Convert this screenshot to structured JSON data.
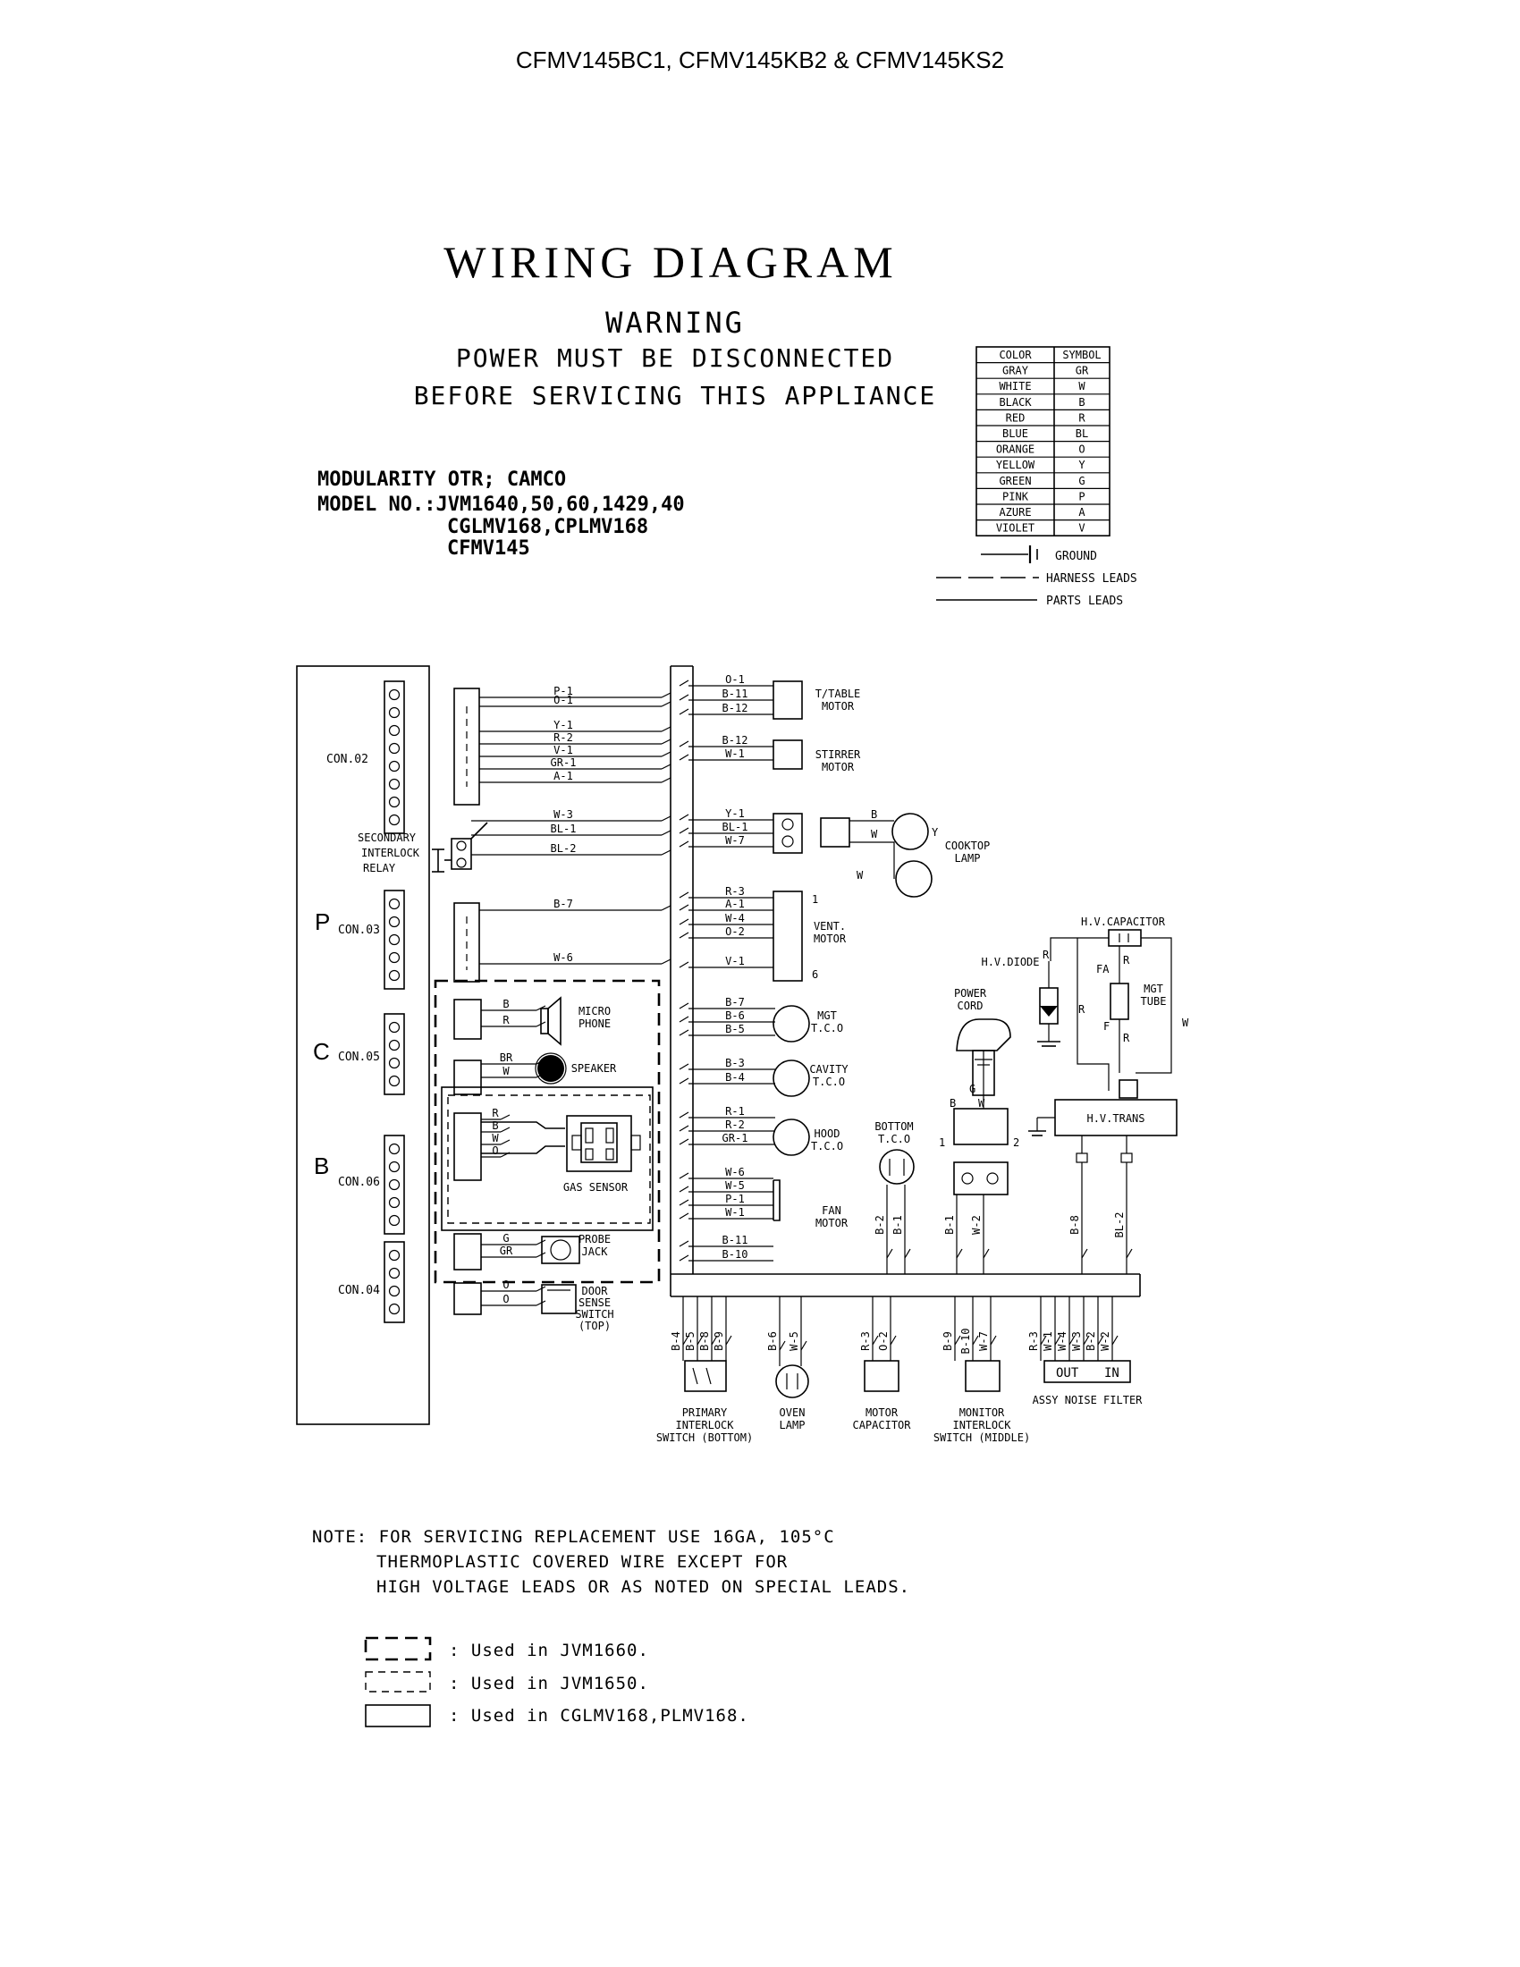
{
  "page": {
    "header": "CFMV145BC1, CFMV145KB2 & CFMV145KS2",
    "title": "WIRING DIAGRAM",
    "warning": "WARNING",
    "warning_line1": "POWER MUST BE DISCONNECTED",
    "warning_line2": "BEFORE SERVICING THIS APPLIANCE"
  },
  "model": {
    "line1": "MODULARITY OTR; CAMCO",
    "line2": "MODEL NO.:JVM1640,50,60,1429,40",
    "line3": "CGLMV168,CPLMV168",
    "line4": "CFMV145"
  },
  "color_table": {
    "headers": [
      "COLOR",
      "SYMBOL"
    ],
    "rows": [
      [
        "GRAY",
        "GR"
      ],
      [
        "WHITE",
        "W"
      ],
      [
        "BLACK",
        "B"
      ],
      [
        "RED",
        "R"
      ],
      [
        "BLUE",
        "BL"
      ],
      [
        "ORANGE",
        "O"
      ],
      [
        "YELLOW",
        "Y"
      ],
      [
        "GREEN",
        "G"
      ],
      [
        "PINK",
        "P"
      ],
      [
        "AZURE",
        "A"
      ],
      [
        "VIOLET",
        "V"
      ]
    ]
  },
  "legend": {
    "ground": "GROUND",
    "harness": "HARNESS LEADS",
    "parts": "PARTS LEADS"
  },
  "pcb": {
    "letters": [
      "P",
      "C",
      "B"
    ],
    "connectors": [
      "CON.02",
      "CON.03",
      "CON.05",
      "CON.06",
      "CON.04"
    ],
    "relay": [
      "SECONDARY",
      "INTERLOCK",
      "RELAY"
    ]
  },
  "wires": {
    "con02": [
      "P-1",
      "O-1",
      "Y-1",
      "R-2",
      "V-1",
      "GR-1",
      "A-1"
    ],
    "relay": [
      "W-3",
      "BL-1",
      "BL-2"
    ],
    "con03": [
      "B-7",
      "W-6"
    ],
    "mic": [
      "B",
      "R"
    ],
    "spk": [
      "BR",
      "W"
    ],
    "gas": [
      "R",
      "B",
      "W",
      "O"
    ],
    "probe": [
      "G",
      "GR"
    ],
    "door": [
      "O",
      "O"
    ],
    "ttable": [
      "O-1",
      "B-11",
      "B-12"
    ],
    "stirrer": [
      "B-12",
      "W-1"
    ],
    "cooktop": [
      "Y-1",
      "BL-1",
      "W-7"
    ],
    "vent": [
      "R-3",
      "A-1",
      "W-4",
      "O-2",
      "V-1"
    ],
    "mgt": [
      "B-7",
      "B-6",
      "B-5"
    ],
    "cavity": [
      "B-3",
      "B-4"
    ],
    "hood": [
      "R-1",
      "R-2",
      "GR-1"
    ],
    "fan": [
      "W-6",
      "W-5",
      "P-1",
      "W-1",
      "B-11",
      "B-10"
    ],
    "bottom_tco": [
      "B-2",
      "B-1"
    ],
    "cord": [
      "B-1",
      "W-2"
    ],
    "hv_trans": [
      "B-8",
      "BL-2"
    ],
    "primary": [
      "B-4",
      "B-5",
      "B-8",
      "B-9"
    ],
    "oven": [
      "B-6",
      "W-5"
    ],
    "motor_cap": [
      "R-3",
      "O-2"
    ],
    "monitor": [
      "B-9",
      "B-10",
      "W-7"
    ],
    "noise": [
      "R-3",
      "W-1",
      "W-4",
      "W-3",
      "B-2",
      "W-2"
    ]
  },
  "components": {
    "ttable": "T/TABLE MOTOR",
    "stirrer": "STIRRER MOTOR",
    "cooktop": "COOKTOP LAMP",
    "vent": "VENT. MOTOR",
    "mgt": "MGT T.C.O",
    "cavity": "CAVITY T.C.O",
    "hood": "HOOD T.C.O",
    "fan": "FAN MOTOR",
    "micro": "MICRO PHONE",
    "speaker": "SPEAKER",
    "gas": "GAS SENSOR",
    "probe": "PROBE JACK",
    "door": "DOOR SENSE SWITCH (TOP)",
    "bottom_tco": "BOTTOM T.C.O",
    "cord": "POWER CORD",
    "hv_diode": "H.V.DIODE",
    "hv_cap": "H.V.CAPACITOR",
    "mgt_tube": "MGT TUBE",
    "hv_trans": "H.V.TRANS",
    "primary": "PRIMARY INTERLOCK SWITCH (BOTTOM)",
    "oven": "OVEN LAMP",
    "motor_cap": "MOTOR CAPACITOR",
    "monitor": "MONITOR INTERLOCK SWITCH (MIDDLE)",
    "noise": "ASSY NOISE FILTER",
    "noise_out": "OUT",
    "noise_in": "IN"
  },
  "misc": {
    "vent_pin_top": "1",
    "vent_pin_bot": "6",
    "cooktop_b": "B",
    "cooktop_w": "W",
    "cooktop_y": "Y",
    "cooktop_w2": "W",
    "cord_b": "B",
    "cord_g": "G",
    "cord_w": "W",
    "cord_1": "1",
    "cord_2": "2",
    "hv_r1": "R",
    "hv_r2": "R",
    "hv_r3": "R",
    "hv_r4": "R",
    "hv_fa": "FA",
    "hv_f": "F",
    "hv_w": "W"
  },
  "note": {
    "line1": "NOTE: FOR SERVICING REPLACEMENT USE 16GA, 105°C",
    "line2": "THERMOPLASTIC COVERED WIRE EXCEPT FOR",
    "line3": "HIGH VOLTAGE LEADS OR AS NOTED ON SPECIAL LEADS."
  },
  "used": [
    ": Used in JVM1660.",
    ": Used in JVM1650.",
    ": Used in CGLMV168,PLMV168."
  ]
}
